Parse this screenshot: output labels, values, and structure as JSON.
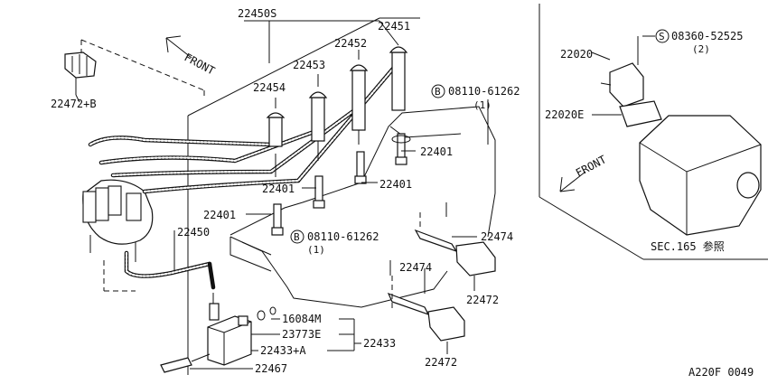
{
  "diagram_id": "A220F 0049",
  "front_left": "FRONT",
  "front_right": "FRONT",
  "section_ref": "SEC.165 参照",
  "labels": {
    "p22450S": "22450S",
    "p22451": "22451",
    "p22452": "22452",
    "p22453": "22453",
    "p22454": "22454",
    "p22472B": "22472+B",
    "p22450": "22450",
    "p22401a": "22401",
    "p22401b": "22401",
    "p22401c": "22401",
    "p22401d": "22401",
    "bolt_top_num": "08110-61262",
    "bolt_top_qty": "(1)",
    "bolt_mid_num": "08110-61262",
    "bolt_mid_qty": "(1)",
    "bolt_letter": "B",
    "p22474a": "22474",
    "p22474b": "22474",
    "p22472a": "22472",
    "p22472b": "22472",
    "p16084M": "16084M",
    "p23773E": "23773E",
    "p22433A": "22433+A",
    "p22433": "22433",
    "p22467": "22467",
    "p22020": "22020",
    "p22020E": "22020E",
    "screw_num": "08360-52525",
    "screw_qty": "(2)",
    "screw_letter": "S"
  }
}
